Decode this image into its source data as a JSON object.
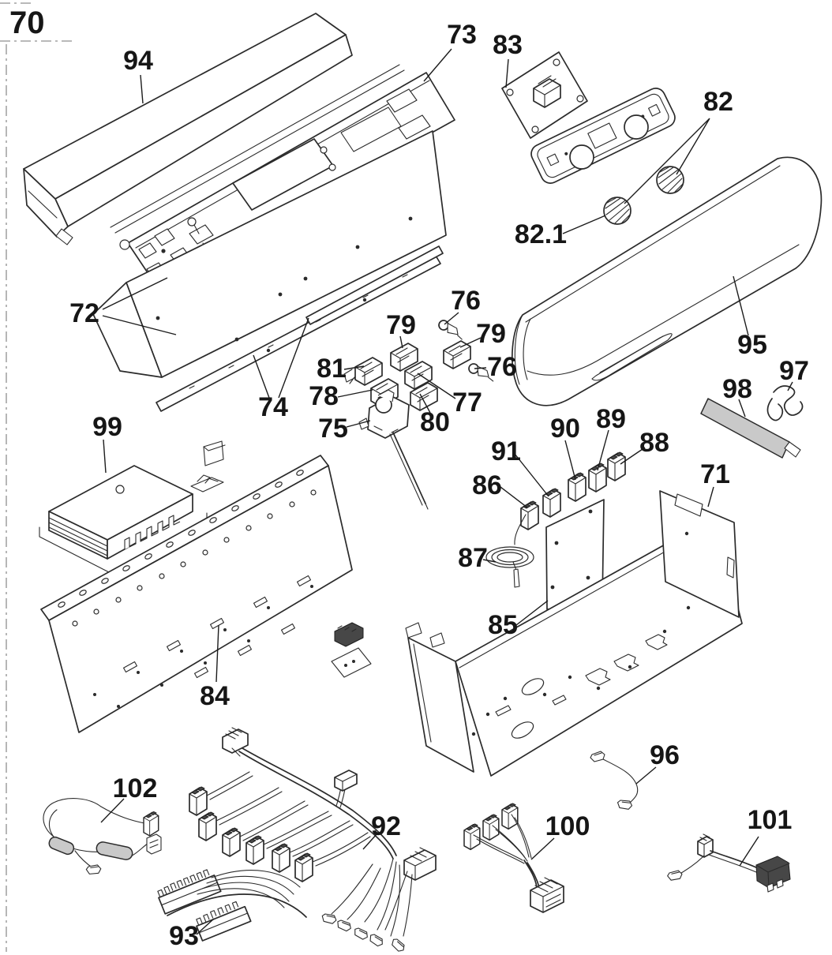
{
  "page": {
    "number": "70"
  },
  "colors": {
    "line": "#2b2b2b",
    "label": "#161616",
    "shaded_part": "#c9c9c9",
    "dark_part": "#474747",
    "background": "#ffffff"
  },
  "callouts": {
    "c70": "70",
    "c71": "71",
    "c72": "72",
    "c73": "73",
    "c74": "74",
    "c75": "75",
    "c76a": "76",
    "c76b": "76",
    "c77": "77",
    "c78": "78",
    "c79a": "79",
    "c79b": "79",
    "c80": "80",
    "c81": "81",
    "c82": "82",
    "c82_1": "82.1",
    "c83": "83",
    "c84": "84",
    "c85": "85",
    "c86": "86",
    "c87": "87",
    "c88": "88",
    "c89": "89",
    "c90": "90",
    "c91": "91",
    "c92": "92",
    "c93": "93",
    "c94": "94",
    "c95": "95",
    "c96": "96",
    "c97": "97",
    "c98": "98",
    "c99": "99",
    "c100": "100",
    "c101": "101",
    "c102": "102"
  }
}
